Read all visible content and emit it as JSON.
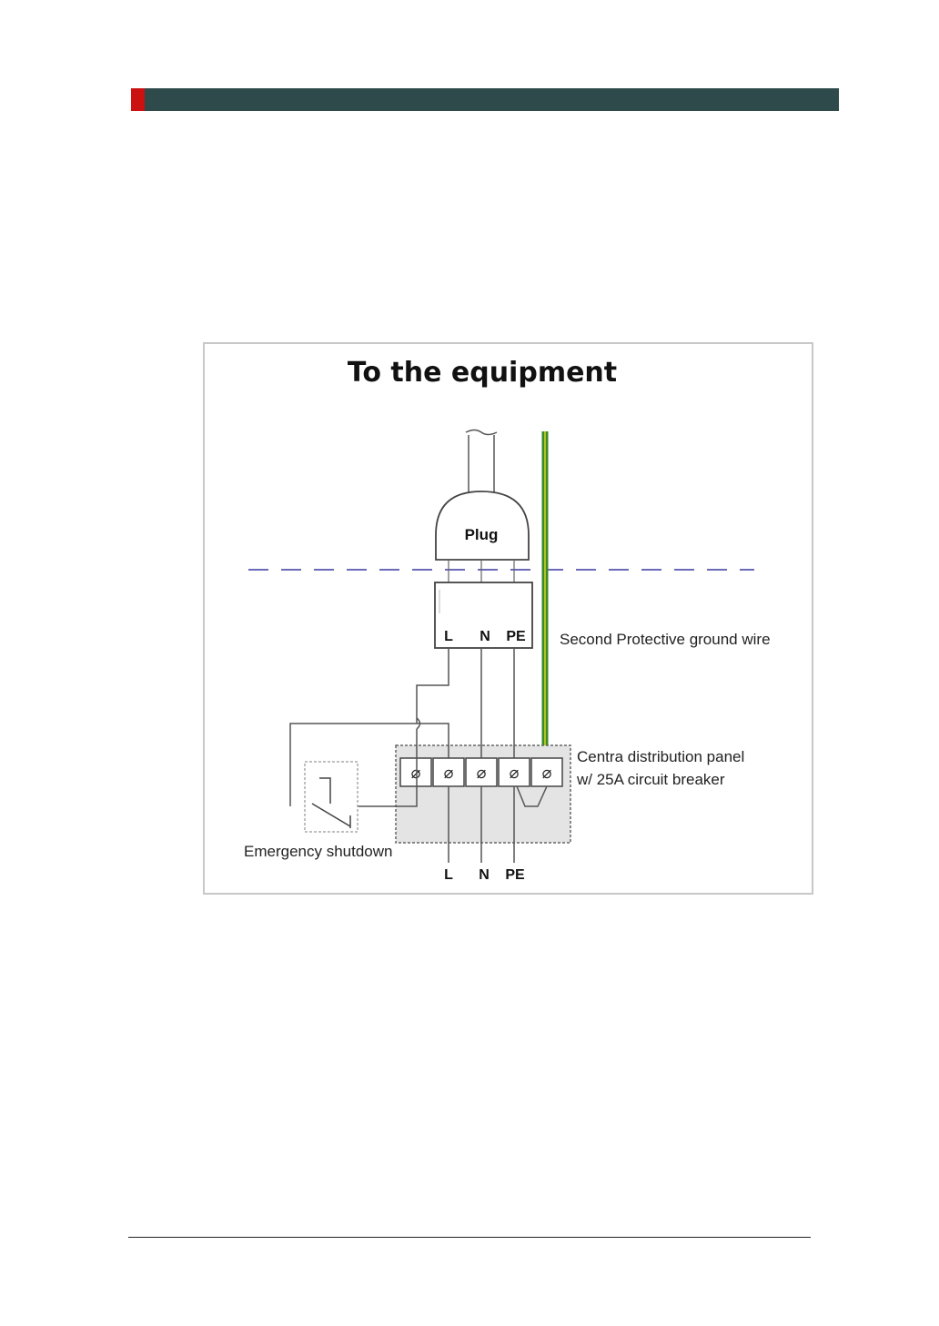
{
  "header": {
    "bar_color": "#2e4a4a",
    "accent_color": "#cc1111"
  },
  "figure": {
    "title": "To the equipment",
    "plug_label": "Plug",
    "socket_labels": {
      "l": "L",
      "n": "N",
      "pe": "PE"
    },
    "ground_wire_label": "Second Protective ground wire",
    "panel_label_line1": "Centra distribution panel",
    "panel_label_line2": "w/ 25A circuit breaker",
    "switch_label": "Emergency shutdown",
    "bottom_labels": {
      "l": "L",
      "n": "N",
      "pe": "PE"
    },
    "terminal_symbol": "⌀",
    "colors": {
      "ground_wire": "#3a8a2a",
      "ground_stripe": "#d8d820",
      "dashed_line": "#6a6ab8",
      "panel_fill": "#e4e4e4"
    }
  }
}
